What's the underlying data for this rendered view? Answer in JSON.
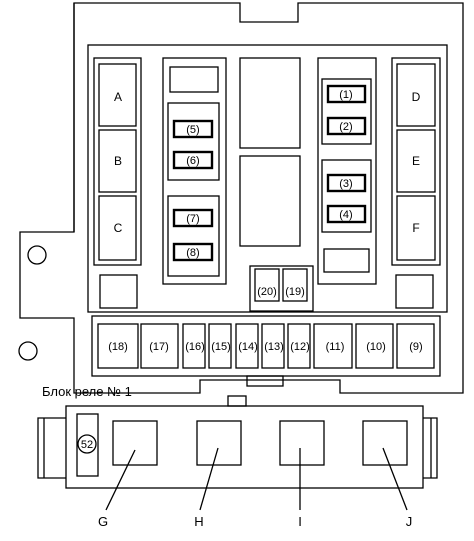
{
  "diagram": {
    "relays_left": [
      "A",
      "B",
      "C"
    ],
    "relays_right": [
      "D",
      "E",
      "F"
    ],
    "fuses_upper_left": [
      "(5)",
      "(6)",
      "(7)",
      "(8)"
    ],
    "fuses_upper_right": [
      "(1)",
      "(2)",
      "(3)",
      "(4)"
    ],
    "fuses_center": [
      "(20)",
      "(19)"
    ],
    "fuses_bottom_row": [
      "(18)",
      "(17)",
      "(16)",
      "(15)",
      "(14)",
      "(13)",
      "(12)",
      "(11)",
      "(10)",
      "(9)"
    ],
    "relay_block_title": "Блок реле № 1",
    "relay_block_fuse": "52",
    "relay_block_relays": [
      "G",
      "H",
      "I",
      "J"
    ],
    "colors": {
      "line": "#000000",
      "background": "#ffffff"
    }
  }
}
